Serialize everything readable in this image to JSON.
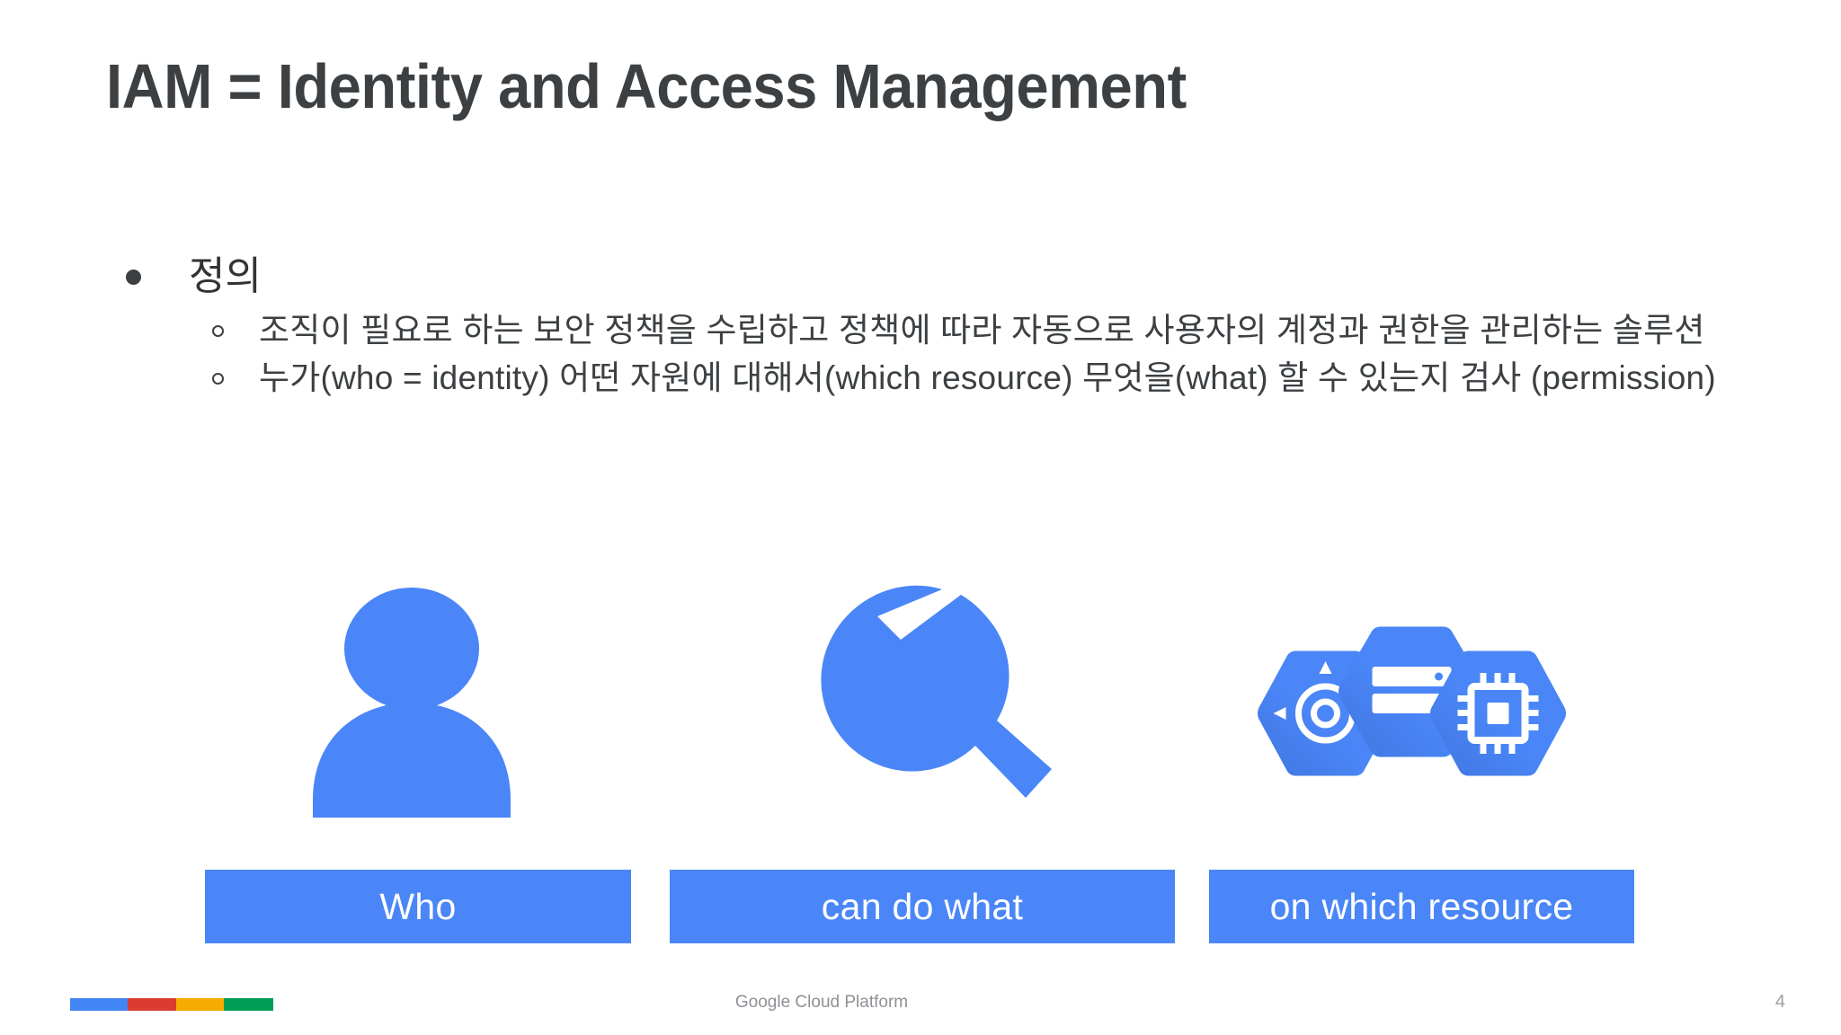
{
  "slide": {
    "title": "IAM = Identity and Access Management",
    "page_number": "4",
    "footer_text": "Google Cloud Platform",
    "background_color": "#ffffff",
    "title_color": "#3c4043",
    "accent_color": "#4a86f7"
  },
  "body": {
    "bullets": [
      {
        "level": 1,
        "marker": "filled-disc",
        "text": "정의"
      },
      {
        "level": 2,
        "marker": "hollow-circle",
        "text": "조직이 필요로 하는 보안 정책을 수립하고 정책에 따라 자동으로 사용자의 계정과 권한을 관리하는 솔루션"
      },
      {
        "level": 2,
        "marker": "hollow-circle",
        "text": "누가(who = identity) 어떤 자원에 대해서(which resource) 무엇을(what) 할 수  있는지 검사 (permission)"
      }
    ]
  },
  "diagram": {
    "columns": [
      {
        "icon": "person-icon",
        "label": "Who",
        "label_bg": "#4a86f7",
        "label_color": "#ffffff"
      },
      {
        "icon": "wrench-icon",
        "label": "can do what",
        "label_bg": "#4a86f7",
        "label_color": "#ffffff"
      },
      {
        "icon": "gcp-hexagons-icon",
        "label": "on which resource",
        "label_bg": "#4a86f7",
        "label_color": "#ffffff"
      }
    ]
  },
  "footer": {
    "google_bar_colors": [
      "#4285f4",
      "#db3c31",
      "#f5ab00",
      "#009d57"
    ]
  }
}
